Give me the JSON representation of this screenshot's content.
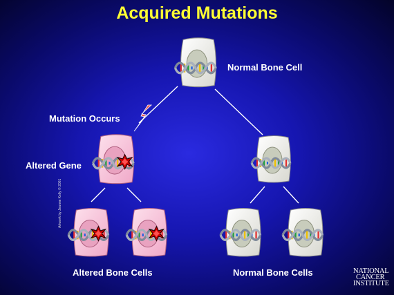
{
  "title": "Acquired Mutations",
  "labels": {
    "normal_cell": "Normal Bone Cell",
    "mutation": "Mutation Occurs",
    "altered_gene": "Altered Gene",
    "altered_cells": "Altered Bone Cells",
    "normal_cells": "Normal Bone Cells"
  },
  "credit": "Artwork by Jeanne Kelly © 2001",
  "logo": {
    "line1": "NATIONAL",
    "line2": "CANCER",
    "line3": "INSTITUTE"
  },
  "colors": {
    "title": "#ffff33",
    "normal_cell_fill": "#f6f6ee",
    "altered_cell_fill": "#f8c4dc",
    "mutation_star": "#cc0000"
  }
}
